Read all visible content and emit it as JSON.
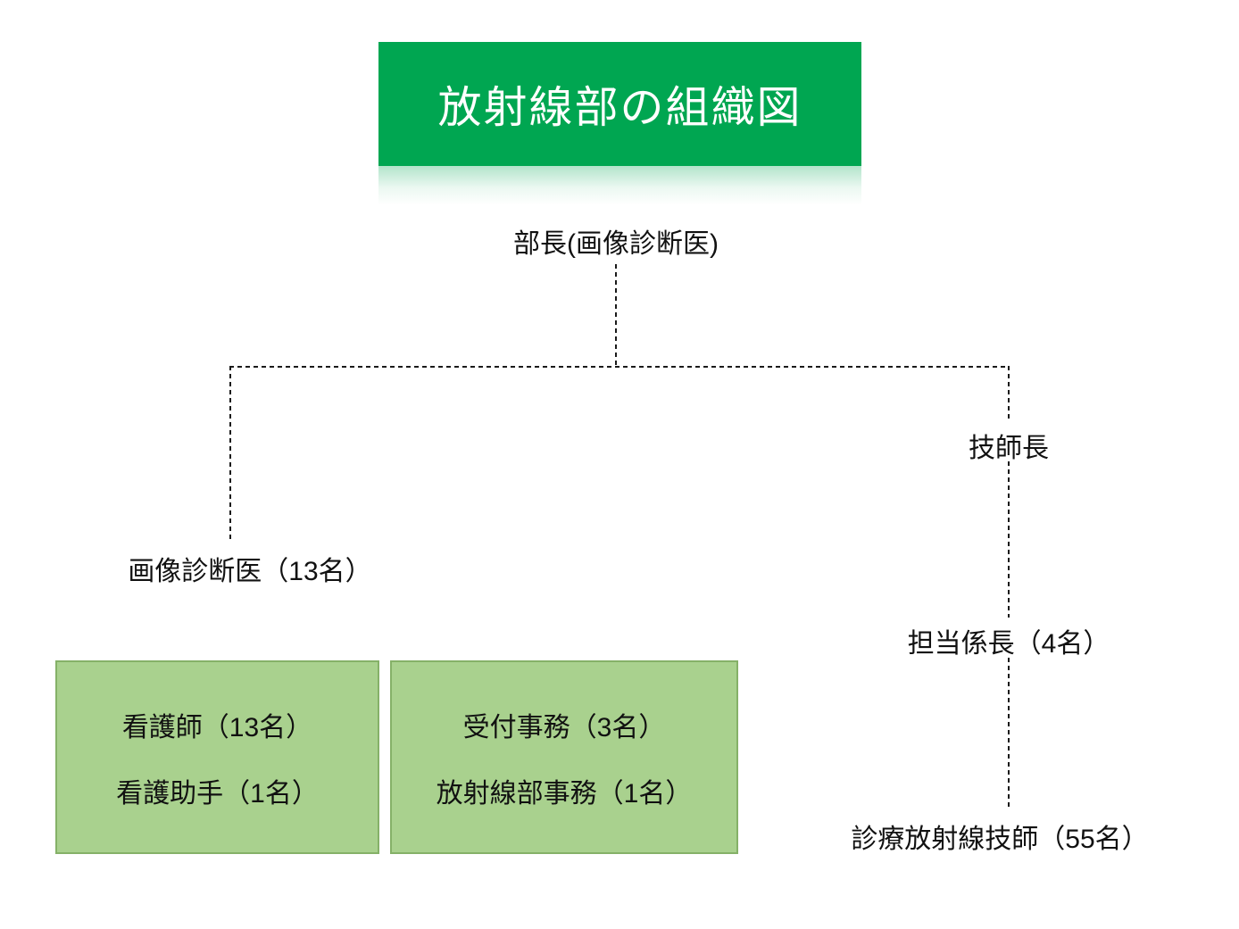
{
  "title": "放射線部の組織図",
  "nodes": {
    "director": "部長(画像診断医)",
    "diagnostic_physicians": "画像診断医（13名）",
    "chief_technologist": "技師長",
    "section_chiefs": "担当係長（4名）",
    "radiologic_technologists": "診療放射線技師（55名）"
  },
  "boxes": {
    "nursing": {
      "line1": "看護師（13名）",
      "line2": "看護助手（1名）"
    },
    "clerical": {
      "line1": "受付事務（3名）",
      "line2": "放射線部事務（1名）"
    }
  },
  "colors": {
    "title_bg": "#00a651",
    "title_text": "#ffffff",
    "box_fill": "#a9d18e",
    "box_border": "#85b168",
    "connector": "#1a1a1a"
  }
}
